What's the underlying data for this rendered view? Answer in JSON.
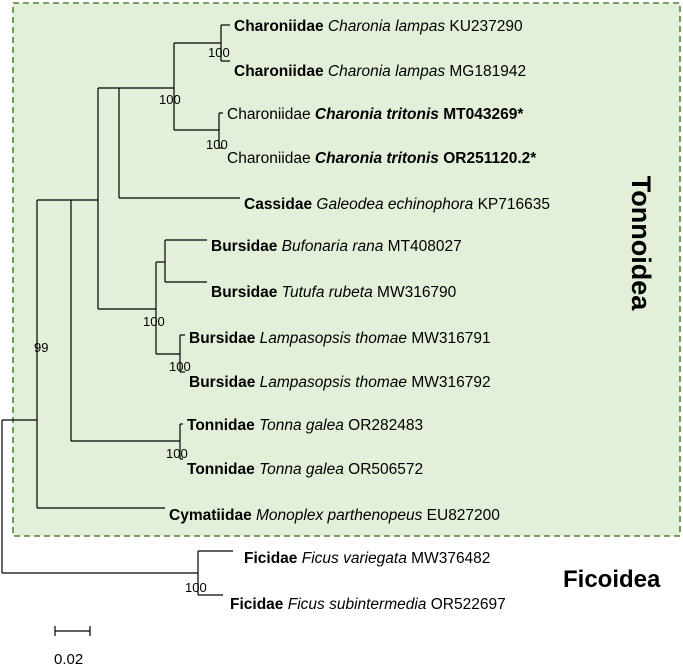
{
  "tree": {
    "tips": [
      {
        "family": "Charoniidae",
        "species": "Charonia lampas",
        "accession": "KU237290",
        "highlight": false
      },
      {
        "family": "Charoniidae",
        "species": "Charonia lampas",
        "accession": "MG181942",
        "highlight": false
      },
      {
        "family": "Charoniidae",
        "species": "Charonia tritonis",
        "accession": "MT043269*",
        "highlight": true
      },
      {
        "family": "Charoniidae",
        "species": "Charonia tritonis",
        "accession": "OR251120.2*",
        "highlight": true
      },
      {
        "family": "Cassidae",
        "species": "Galeodea echinophora",
        "accession": "KP716635",
        "highlight": false
      },
      {
        "family": "Bursidae",
        "species": "Bufonaria rana",
        "accession": "MT408027",
        "highlight": false
      },
      {
        "family": "Bursidae",
        "species": "Tutufa rubeta",
        "accession": "MW316790",
        "highlight": false
      },
      {
        "family": "Bursidae",
        "species": "Lampasopsis thomae",
        "accession": "MW316791",
        "highlight": false
      },
      {
        "family": "Bursidae",
        "species": "Lampasopsis thomae",
        "accession": "MW316792",
        "highlight": false
      },
      {
        "family": "Tonnidae",
        "species": "Tonna galea",
        "accession": "OR282483",
        "highlight": false
      },
      {
        "family": "Tonnidae",
        "species": "Tonna galea",
        "accession": "OR506572",
        "highlight": false
      },
      {
        "family": "Cymatiidae",
        "species": "Monoplex parthenopeus",
        "accession": "EU827200",
        "highlight": false
      },
      {
        "family": "Ficidae",
        "species": "Ficus variegata",
        "accession": "MW376482",
        "highlight": false
      },
      {
        "family": "Ficidae",
        "species": "Ficus subintermedia",
        "accession": "OR522697",
        "highlight": false
      }
    ],
    "bootstrap": [
      "100",
      "100",
      "100",
      "100",
      "100",
      "100",
      "99",
      "100"
    ],
    "clades": {
      "tonnoidea": "Tonnoidea",
      "ficoidea": "Ficoidea"
    },
    "scale_bar": "0.02",
    "colors": {
      "tonnoidea_fill": "#e2efd9",
      "tonnoidea_border": "#548235",
      "branch": "#000000"
    }
  }
}
